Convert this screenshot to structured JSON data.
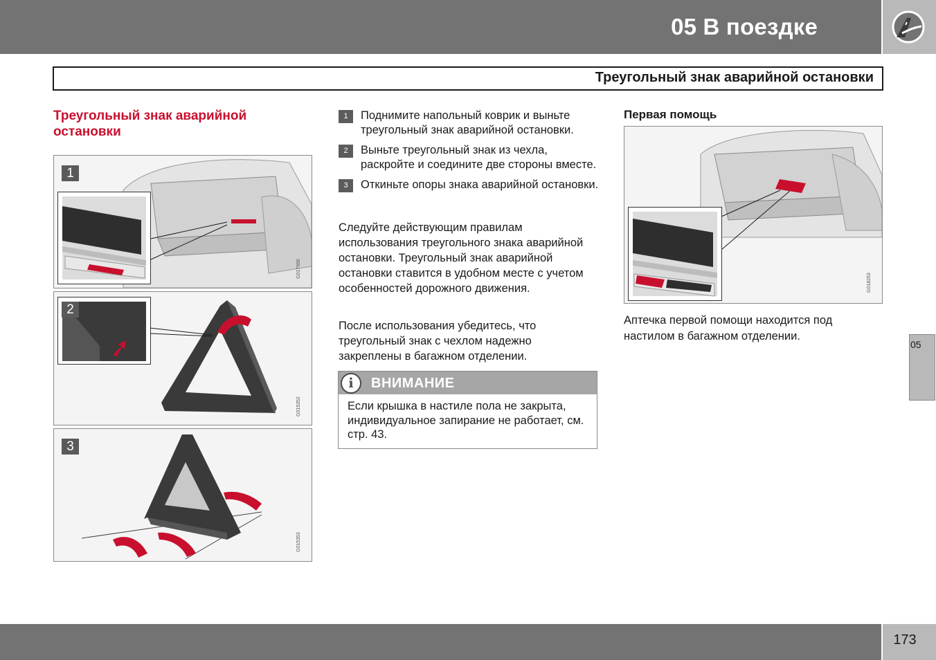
{
  "header": {
    "chapter_title": "05 В поездке",
    "chapter_icon": "road-icon",
    "section_title": "Треугольный знак аварийной остановки"
  },
  "main": {
    "heading": "Треугольный знак аварийной остановки",
    "figures": [
      {
        "number": "1",
        "code": "G017956"
      },
      {
        "number": "2",
        "code": "G015352"
      },
      {
        "number": "3",
        "code": "G015353"
      }
    ],
    "steps": [
      {
        "number": "1",
        "text": "Поднимите напольный коврик и выньте треугольный знак аварийной остановки."
      },
      {
        "number": "2",
        "text": "Выньте треугольный знак из чехла, раскройте и соедините две стороны вместе."
      },
      {
        "number": "3",
        "text": "Откиньте опоры знака аварийной остановки."
      }
    ],
    "paragraph_1": "Следуйте действующим правилам использования треугольного знака аварийной остановки. Треугольный знак аварийной остановки ставится в удобном месте с учетом особенностей дорожного движения.",
    "paragraph_2": "После использования убедитесь, что треугольный знак с чехлом надежно закреплены в багажном отделении.",
    "note": {
      "icon": "info-icon",
      "title": "ВНИМАНИЕ",
      "text": "Если крышка в настиле пола не закрыта, индивидуальное запирание не работает, см. стр. 43."
    }
  },
  "first_aid": {
    "heading": "Первая помощь",
    "figure_code": "G018253",
    "text": "Аптечка первой помощи находится под настилом в багажном отделении."
  },
  "side_tab": {
    "label": "05"
  },
  "footer": {
    "page_number": "173"
  },
  "colors": {
    "accent_red": "#c8102e",
    "bar_gray": "#737373",
    "tab_gray": "#b9b9b9"
  }
}
